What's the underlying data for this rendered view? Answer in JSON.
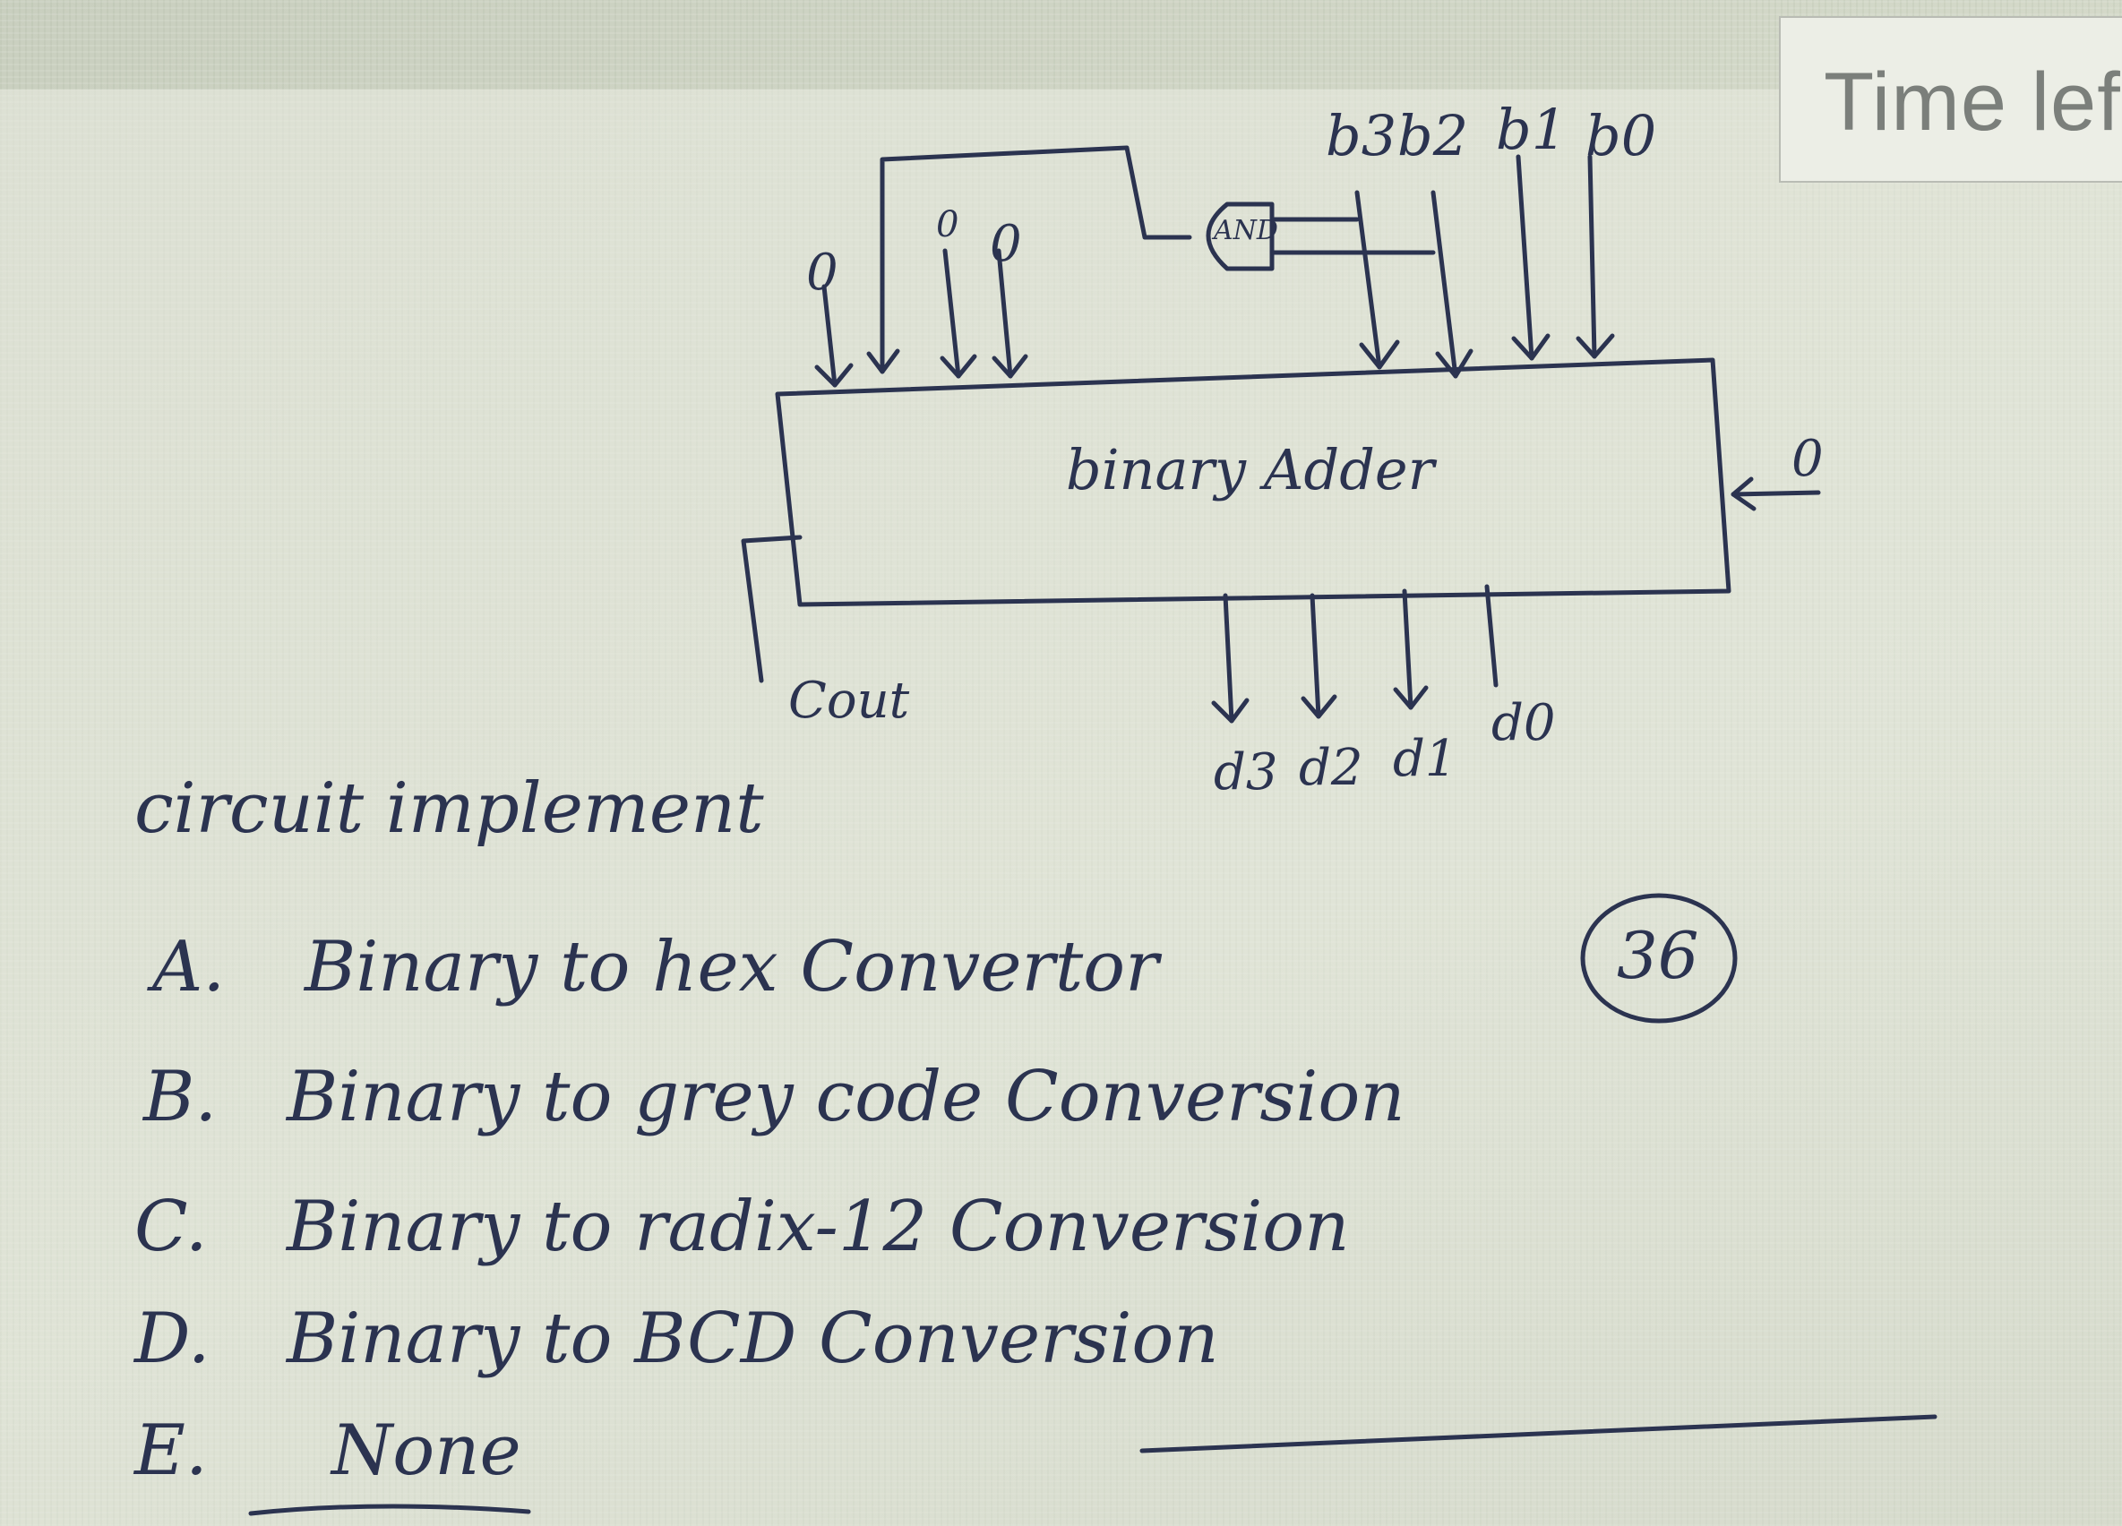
{
  "timer": {
    "label": "Time lef"
  },
  "diagram": {
    "block_label": "binary Adder",
    "gate_label": "AND",
    "carry_out_label": "Cout",
    "carry_in_value": "0",
    "upper_inputs": [
      "0",
      "0",
      "0"
    ],
    "b_inputs": [
      "b3",
      "b2",
      "b1",
      "b0"
    ],
    "d_outputs": [
      "d3",
      "d2",
      "d1",
      "d0"
    ]
  },
  "question": {
    "stem": "circuit implement",
    "number": "36",
    "options": [
      {
        "letter": "A.",
        "text": "Binary to hex Convertor"
      },
      {
        "letter": "B.",
        "text": "Binary to grey code Conversion"
      },
      {
        "letter": "C.",
        "text": "Binary to radix-12 Conversion"
      },
      {
        "letter": "D.",
        "text": "Binary to BCD Conversion"
      },
      {
        "letter": "E.",
        "text": "None"
      }
    ]
  },
  "colors": {
    "ink": "#2b3350",
    "screen": "#d4d9c9",
    "timer_text": "#7b7f7b"
  }
}
